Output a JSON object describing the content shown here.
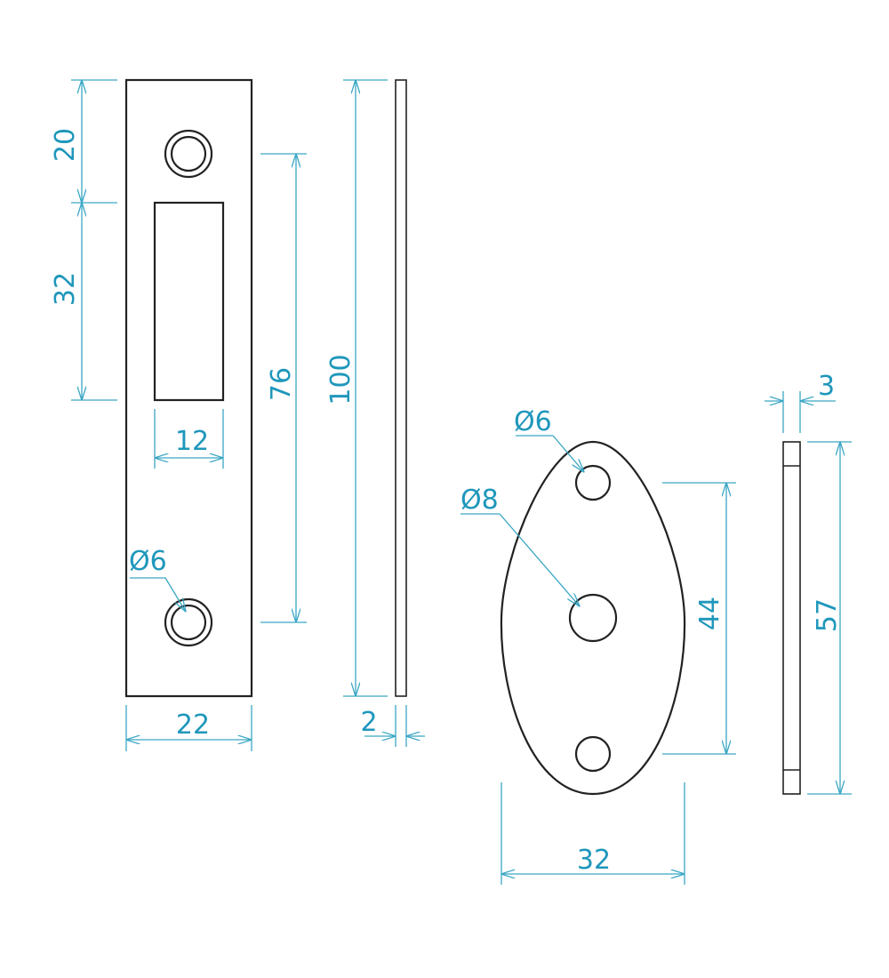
{
  "colors": {
    "outline": "#222222",
    "dimension": "#1f97bb",
    "background": "#ffffff"
  },
  "strike_plate": {
    "dim_top_offset": "20",
    "dim_slot_height": "32",
    "dim_hole_spacing": "76",
    "dim_slot_width": "12",
    "dim_hole_diameter": "Ø6",
    "dim_width": "22"
  },
  "plate_side": {
    "dim_length": "100",
    "dim_thickness": "2"
  },
  "escutcheon": {
    "dim_small_hole": "Ø6",
    "dim_center_hole": "Ø8",
    "dim_hole_spacing": "44",
    "dim_width": "32"
  },
  "escutcheon_side": {
    "dim_thickness": "3",
    "dim_height": "57"
  }
}
